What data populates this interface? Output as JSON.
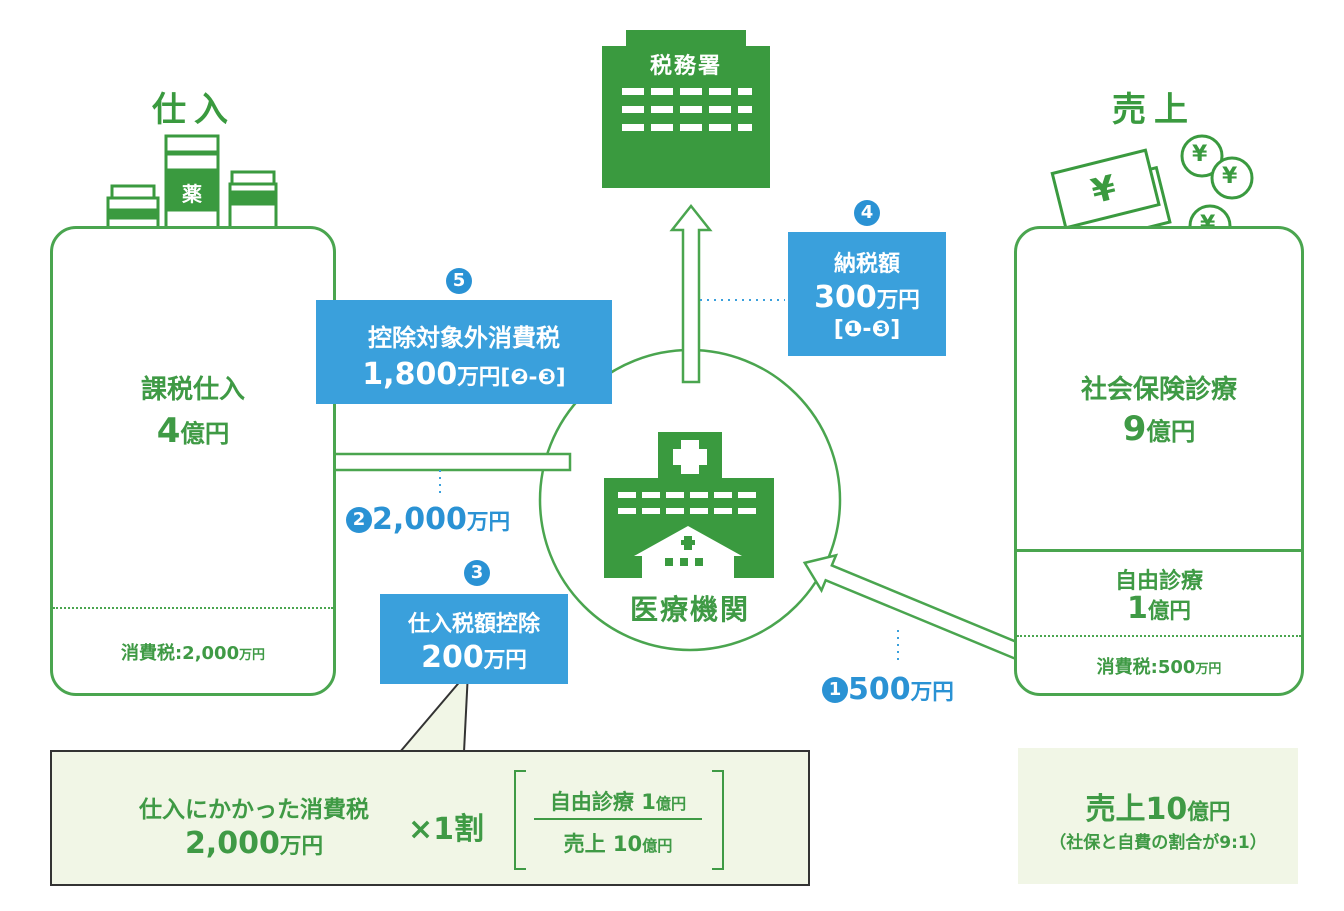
{
  "purchases": {
    "heading": "仕入",
    "drug_label": "薬",
    "taxable_label": "課税仕入",
    "taxable_num": "4",
    "taxable_unit": "億円",
    "tax_label": "消費税:2,000",
    "tax_unit": "万円"
  },
  "sales": {
    "heading": "売上",
    "social_label": "社会保険診療",
    "social_num": "9",
    "social_unit": "億円",
    "free_label": "自由診療",
    "free_num": "1",
    "free_unit": "億円",
    "tax_label": "消費税:500",
    "tax_unit": "万円",
    "yen_symbol": "¥"
  },
  "tax_office": {
    "label": "税務署"
  },
  "hospital": {
    "label": "医療機関"
  },
  "steps": {
    "s1": {
      "marker": "1",
      "value": "500",
      "unit": "万円"
    },
    "s2": {
      "marker": "2",
      "value": "2,000",
      "unit": "万円"
    },
    "s3": {
      "marker": "3",
      "title": "仕入税額控除",
      "value": "200",
      "unit": "万円"
    },
    "s4": {
      "marker": "4",
      "title": "納税額",
      "value": "300",
      "unit": "万円",
      "formula": "[❶-❸]"
    },
    "s5": {
      "marker": "5",
      "title": "控除対象外消費税",
      "value": "1,800",
      "unit": "万円",
      "formula": "[❷-❸]"
    }
  },
  "formula_box": {
    "line1": "仕入にかかった消費税",
    "amount": "2,000",
    "amount_unit": "万円",
    "multiplier": "×1割",
    "numerator_label": "自由診療 1",
    "numerator_unit": "億円",
    "denominator_label": "売上 10",
    "denominator_unit": "億円"
  },
  "summary_box": {
    "title_prefix": "売上",
    "title_num": "10",
    "title_unit": "億円",
    "note": "（社保と自費の割合が9:1）"
  },
  "colors": {
    "green": "#3a9a3f",
    "blue": "#3aa0dc",
    "pale": "#f1f6e6"
  }
}
